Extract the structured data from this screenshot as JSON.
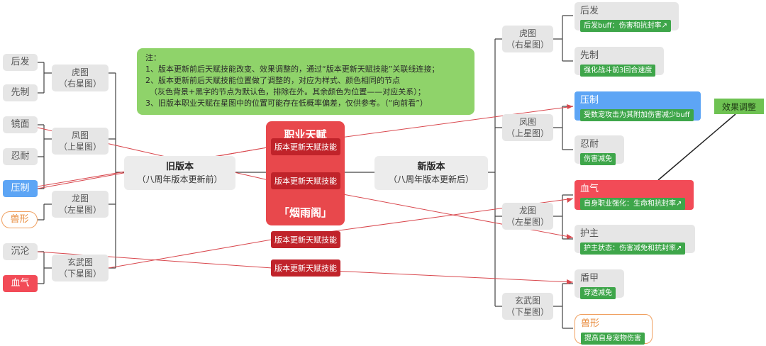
{
  "note": {
    "lines": [
      "注：",
      "1、版本更新前后天赋技能改变、效果调整的，通过“版本更新天赋技能”关联线连接；",
      "2、版本更新前后天赋技能位置做了调整的，对应为样式、颜色相同的节点",
      "（灰色背景+黑字的节点为默认色，排除在外。其余颜色为位置——对应关系）；",
      "3、旧版本职业天赋在星图中的位置可能存在低概率偏差，仅供参考。（“向前看”）"
    ]
  },
  "core": {
    "title": "职业天赋",
    "subtitle": "「烟雨阁」"
  },
  "link_label": "版本更新天赋技能",
  "effect_label": "效果调整",
  "old": {
    "title": "旧版本",
    "subtitle": "（八周年版本更新前）",
    "groups": [
      {
        "name": "虎图",
        "sub": "（右星图）",
        "leaves": [
          "后发",
          "先制"
        ]
      },
      {
        "name": "凤图",
        "sub": "（上星图）",
        "leaves": [
          "镜面",
          "忍耐",
          "压制"
        ]
      },
      {
        "name": "龙图",
        "sub": "（左星图）",
        "leaves": [
          "兽形"
        ]
      },
      {
        "name": "玄武图",
        "sub": "（下星图）",
        "leaves": [
          "沉沦",
          "血气"
        ]
      }
    ]
  },
  "new": {
    "title": "新版本",
    "subtitle": "（八周年版本更新后）",
    "groups": [
      {
        "name": "虎图",
        "sub": "（右星图）",
        "leaves": [
          {
            "label": "后发",
            "tag": "后发buff：伤害和抗封率↗"
          },
          {
            "label": "先制",
            "tag": "强化战斗前3回合速度"
          }
        ]
      },
      {
        "name": "凤图",
        "sub": "（上星图）",
        "leaves": [
          {
            "label": "压制",
            "tag": "受数宠攻击为其附加伤害减少buff"
          },
          {
            "label": "忍耐",
            "tag": "伤害减免"
          }
        ]
      },
      {
        "name": "龙图",
        "sub": "（左星图）",
        "leaves": [
          {
            "label": "血气",
            "tag": "自身职业强化：生命和抗封率↗"
          },
          {
            "label": "护主",
            "tag": "护主状态：伤害减免和抗封率↗"
          }
        ]
      },
      {
        "name": "玄武图",
        "sub": "（下星图）",
        "leaves": [
          {
            "label": "盾甲",
            "tag": "穿透减免"
          },
          {
            "label": "兽形",
            "tag": "提高自身宠物伤害"
          }
        ]
      }
    ]
  },
  "colors": {
    "blue": "#5da5f5",
    "red": "#f24b57",
    "orange": "#f0a060",
    "green_tag": "#3ea64a",
    "note_bg": "#8fd36a",
    "core": "#e8484c",
    "link_line": "#d9484e"
  }
}
